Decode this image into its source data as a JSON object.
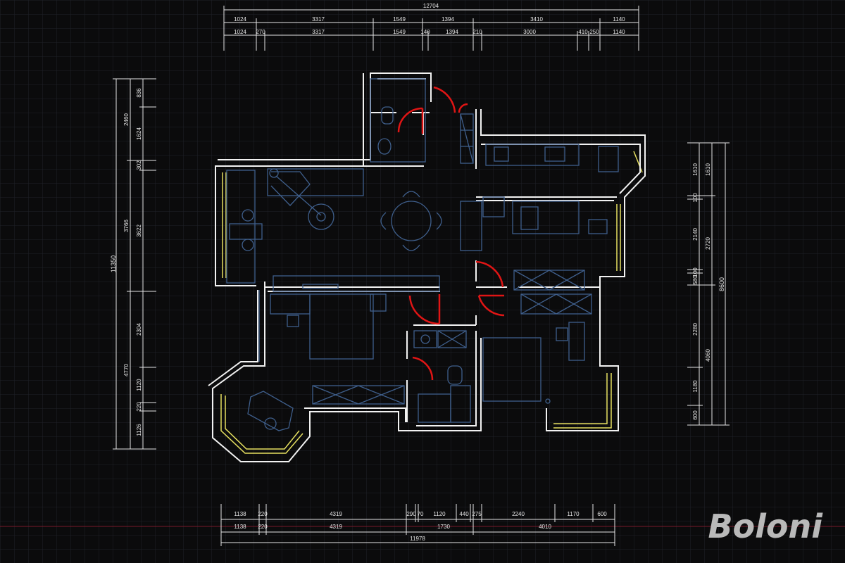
{
  "drawing": {
    "background": "#0b0b0c",
    "grid_color": "#1f2228",
    "wall_color": "#f2f2f2",
    "furniture_color": "#3f5f8c",
    "door_color": "#e01515",
    "window_color": "#e6e060",
    "axis_line_color": "#7a1a2a"
  },
  "dimensions": {
    "top_overall": "12704",
    "top_row1": [
      "1024",
      "3317",
      "1549",
      "1394",
      "3410",
      "1140"
    ],
    "top_row2": [
      "1024",
      "270",
      "3317",
      "1549",
      "140",
      "1394",
      "210",
      "3000",
      "410",
      "250",
      "1140"
    ],
    "left_overall": "11350",
    "left_outer": [
      "2460",
      "3766",
      "4770"
    ],
    "left_inner": [
      "836",
      "1624",
      "302",
      "3622",
      "2304",
      "1120",
      "220",
      "1126"
    ],
    "right_outer": [
      "1610",
      "2720",
      "4060"
    ],
    "right_inner": [
      "1610",
      "100",
      "2140",
      "100",
      "580",
      "2280",
      "1180",
      "600"
    ],
    "right_overall": "8600",
    "bottom_row1": [
      "1138",
      "220",
      "4319",
      "290",
      "70",
      "1120",
      "440",
      "275",
      "2240",
      "1170",
      "600"
    ],
    "bottom_row2": [
      "1138",
      "220",
      "4319",
      "1730",
      "4010"
    ],
    "bottom_overall": "11978"
  },
  "logo": {
    "text": "Boloni"
  }
}
